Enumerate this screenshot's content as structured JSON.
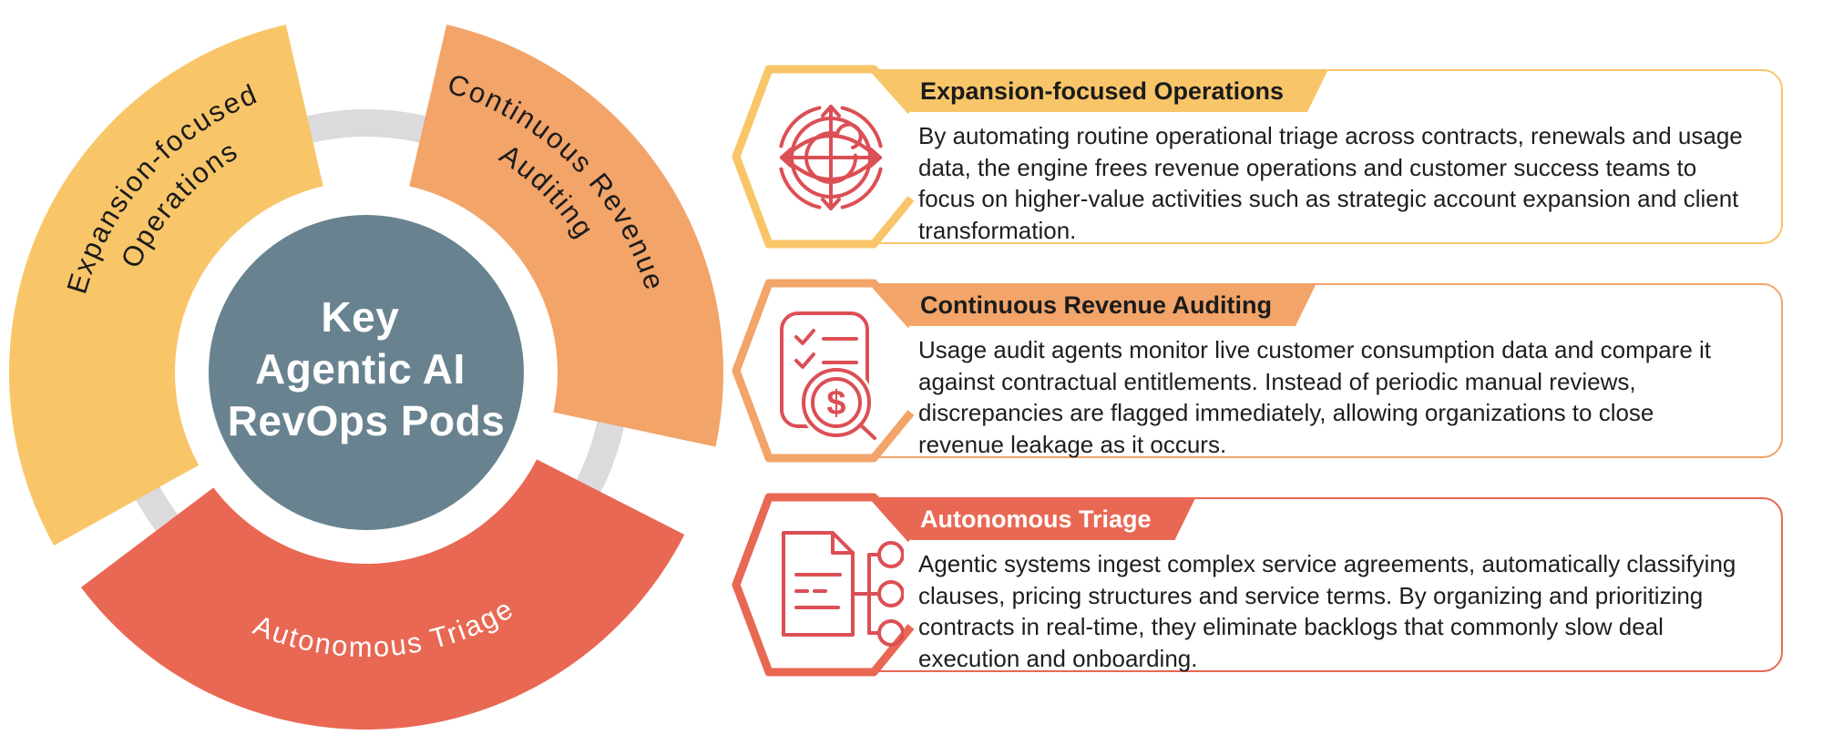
{
  "wheel": {
    "center_lines": [
      "Key",
      "Agentic AI",
      "RevOps Pods"
    ],
    "center_color": "#68838F",
    "center_text_color": "#ffffff",
    "ring_color": "#DBDBDD",
    "segments": [
      {
        "name": "expansion-focused-operations",
        "label_line1": "Expansion-focused",
        "label_line2": "Operations",
        "color": "#F8C669",
        "text_color": "#1b1b1b"
      },
      {
        "name": "continuous-revenue-auditing",
        "label_line1": "Continuous Revenue",
        "label_line2": "Auditing",
        "color": "#F2A469",
        "text_color": "#1b1b1b"
      },
      {
        "name": "autonomous-triage",
        "label_line1": "Autonomous Triage",
        "label_line2": "",
        "color": "#E96853",
        "text_color": "#ffffff"
      }
    ]
  },
  "cards": [
    {
      "title": "Expansion-focused Operations",
      "body": "By automating routine operational triage across contracts, renewals and usage data, the engine frees revenue operations and customer success teams to focus on higher-value activities such as strategic account expansion and client transformation.",
      "accent": "#F8C669",
      "title_color": "#1b1b1b",
      "icon": "eye-target-icon"
    },
    {
      "title": "Continuous Revenue Auditing",
      "body": "Usage audit agents monitor live customer consumption data and compare it against contractual entitlements. Instead of periodic manual reviews, discrepancies are flagged immediately, allowing organizations to close revenue leakage as it occurs.",
      "accent": "#F2A469",
      "title_color": "#1b1b1b",
      "icon": "audit-checklist-magnifier-icon"
    },
    {
      "title": "Autonomous Triage",
      "body": "Agentic systems ingest complex service agreements, automatically classifying clauses, pricing structures and service terms. By organizing and prioritizing contracts in real-time, they eliminate backlogs that commonly slow deal execution and onboarding.",
      "accent": "#E96853",
      "title_color": "#ffffff",
      "icon": "document-classification-icon"
    }
  ],
  "icon_stroke_color": "#DC4F55"
}
